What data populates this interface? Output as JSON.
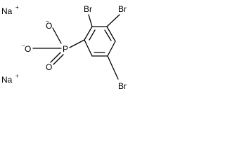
{
  "molecule": {
    "atoms": {
      "na_top": "Na",
      "na_top_charge": "+",
      "na_bottom": "Na",
      "na_bottom_charge": "+",
      "o_top": "O",
      "o_top_charge": "−",
      "o_left": "O",
      "o_left_charge": "−",
      "o_bottom": "O",
      "phosphorus": "P",
      "br_ortho": "Br",
      "br_meta": "Br",
      "br_para": "Br"
    },
    "colors": {
      "ink": "#000000",
      "background": "#ffffff"
    }
  }
}
